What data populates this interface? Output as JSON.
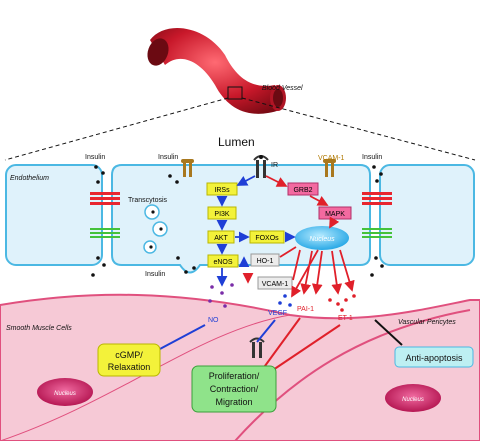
{
  "vessel": {
    "label": "Blood Vessel"
  },
  "lumen": {
    "label": "Lumen"
  },
  "regions": {
    "endothelium": "Endothelium",
    "smooth_muscle": "Smooth Muscle Cells",
    "pericytes": "Vascular Pericytes"
  },
  "labels": {
    "insulin": "Insulin",
    "transcytosis": "Transcytosis",
    "ir": "IR",
    "vcam_surface": "VCAM-1",
    "no": "NO",
    "vegf": "VEGF",
    "pai1": "PAI-1",
    "et1": "ET-1",
    "nucleus": "Nucleus"
  },
  "nodes": {
    "irss": "IRSs",
    "grb2": "GRB2",
    "pi3k": "PI3K",
    "mapk": "MAPK",
    "akt": "AKT",
    "foxos": "FOXOs",
    "enos": "eNOS",
    "ho1": "HO-1",
    "vcam1": "VCAM-1"
  },
  "outcomes": {
    "cgmp_line1": "cGMP/",
    "cgmp_line2": "Relaxation",
    "prolif_line1": "Proliferation/",
    "prolif_line2": "Contraction/",
    "prolif_line3": "Migration",
    "anti_apoptosis": "Anti-apoptosis"
  },
  "colors": {
    "activation": "#1f3fd6",
    "inhibition": "#e0202a",
    "endothelium_fill": "#dff2fb",
    "endothelium_stroke": "#4bb8e3",
    "muscle_fill": "#f6c9d6",
    "muscle_stroke": "#e0507e",
    "yellow_box": "#f3f23a",
    "pink_box": "#f36aa0",
    "green_box": "#8fe38a",
    "cyan_box": "#bdeff2"
  }
}
